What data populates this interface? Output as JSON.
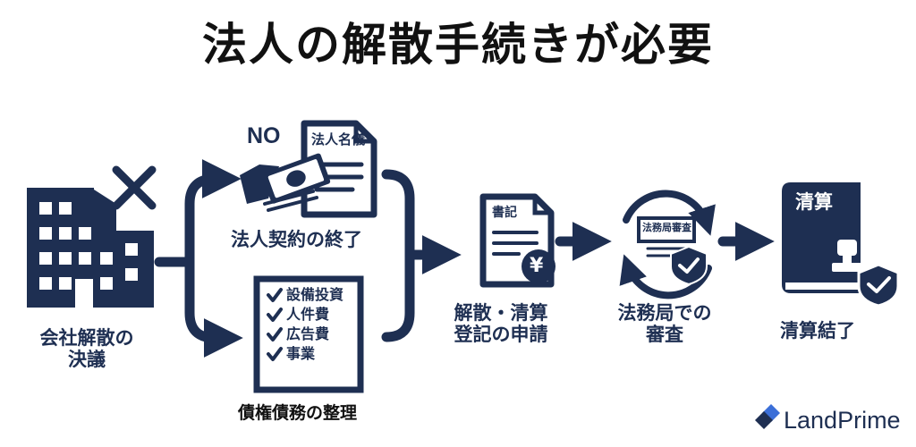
{
  "title": "法人の解散手続きが必要",
  "start": {
    "label_line1": "会社解散の",
    "label_line2": "決議"
  },
  "contract": {
    "no_text": "NO",
    "doc_title": "法人名儀",
    "label": "法人契約の終了"
  },
  "debt": {
    "checklist": [
      "設備投資",
      "人件費",
      "広告費",
      "事業"
    ],
    "label": "債権債務の整理"
  },
  "registration": {
    "doc_title": "書記",
    "currency_symbol": "¥",
    "label_line1": "解散・清算",
    "label_line2": "登記の申請"
  },
  "review": {
    "card_text": "法務局審査",
    "label_line1": "法務局での",
    "label_line2": "審査"
  },
  "complete": {
    "book_title": "清算",
    "label": "清算結了"
  },
  "brand": {
    "name": "LandPrime"
  },
  "colors": {
    "navy": "#1e2f52",
    "title": "#111111",
    "background": "#ffffff"
  }
}
